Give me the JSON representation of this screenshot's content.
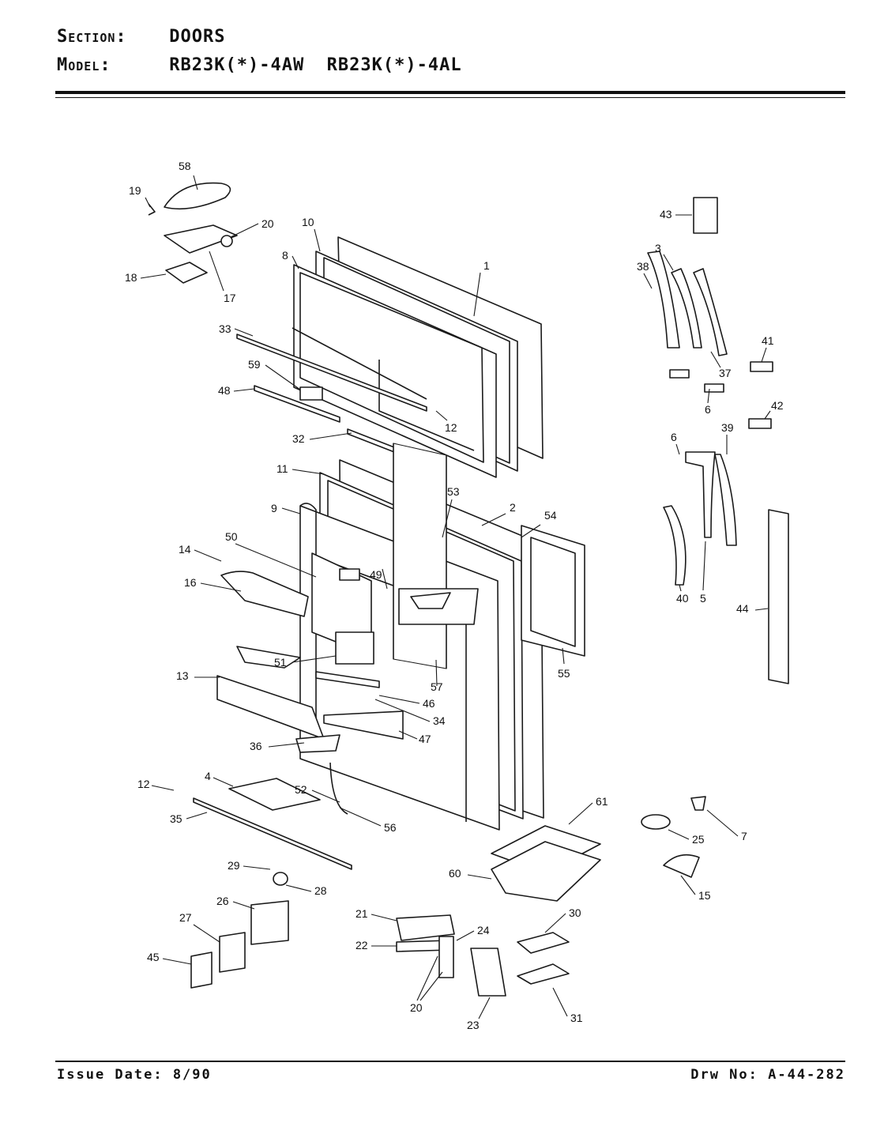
{
  "header": {
    "section_key": "Section:",
    "section_value": "DOORS",
    "model_key": "Model:",
    "model_value": "RB23K(*)-4AW  RB23K(*)-4AL"
  },
  "footer": {
    "issue_date": "Issue Date: 8/90",
    "drawing_no": "Drw No: A-44-282"
  },
  "part_numbers": {
    "p1": "1",
    "p2": "2",
    "p3": "3",
    "p4": "4",
    "p5": "5",
    "p6a": "6",
    "p6b": "6",
    "p7": "7",
    "p8": "8",
    "p9": "9",
    "p10": "10",
    "p11": "11",
    "p12a": "12",
    "p12b": "12",
    "p13": "13",
    "p14": "14",
    "p15": "15",
    "p16": "16",
    "p17": "17",
    "p18": "18",
    "p19": "19",
    "p20a": "20",
    "p20b": "20",
    "p21": "21",
    "p22": "22",
    "p23": "23",
    "p24": "24",
    "p25": "25",
    "p26": "26",
    "p27": "27",
    "p28": "28",
    "p29": "29",
    "p30": "30",
    "p31": "31",
    "p32": "32",
    "p33": "33",
    "p34": "34",
    "p35": "35",
    "p36": "36",
    "p37": "37",
    "p38": "38",
    "p39": "39",
    "p40": "40",
    "p41": "41",
    "p42": "42",
    "p43": "43",
    "p44": "44",
    "p45": "45",
    "p46": "46",
    "p47": "47",
    "p48": "48",
    "p49": "49",
    "p50": "50",
    "p51": "51",
    "p52": "52",
    "p53": "53",
    "p54": "54",
    "p55": "55",
    "p56": "56",
    "p57": "57",
    "p58": "58",
    "p59": "59",
    "p60": "60",
    "p61": "61"
  }
}
